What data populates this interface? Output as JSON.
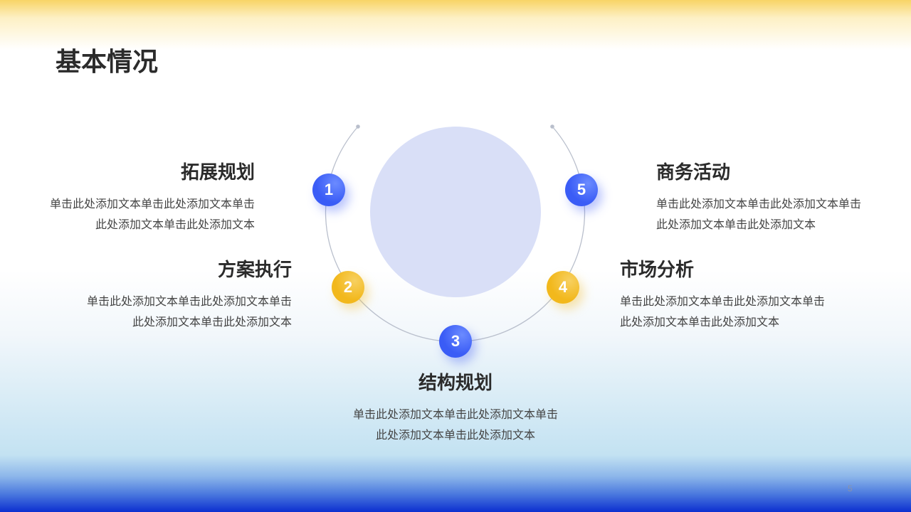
{
  "title": "基本情况",
  "items": [
    {
      "num": "1",
      "heading": "拓展规划",
      "line1": "单击此处添加文本单击此处添加文本单击",
      "line2": "此处添加文本单击此处添加文本",
      "color": "#3a5cf6"
    },
    {
      "num": "2",
      "heading": "方案执行",
      "line1": "单击此处添加文本单击此处添加文本单击",
      "line2": "此处添加文本单击此处添加文本",
      "color": "#f2b81c"
    },
    {
      "num": "3",
      "heading": "结构规划",
      "line1": "单击此处添加文本单击此处添加文本单击",
      "line2": "此处添加文本单击此处添加文本",
      "color": "#3a5cf6"
    },
    {
      "num": "4",
      "heading": "市场分析",
      "line1": "单击此处添加文本单击此处添加文本单击",
      "line2": "此处添加文本单击此处添加文本",
      "color": "#f2b81c"
    },
    {
      "num": "5",
      "heading": "商务活动",
      "line1": "单击此处添加文本单击此处添加文本单击",
      "line2": "此处添加文本单击此处添加文本",
      "color": "#3a5cf6"
    }
  ],
  "page_number": "5"
}
